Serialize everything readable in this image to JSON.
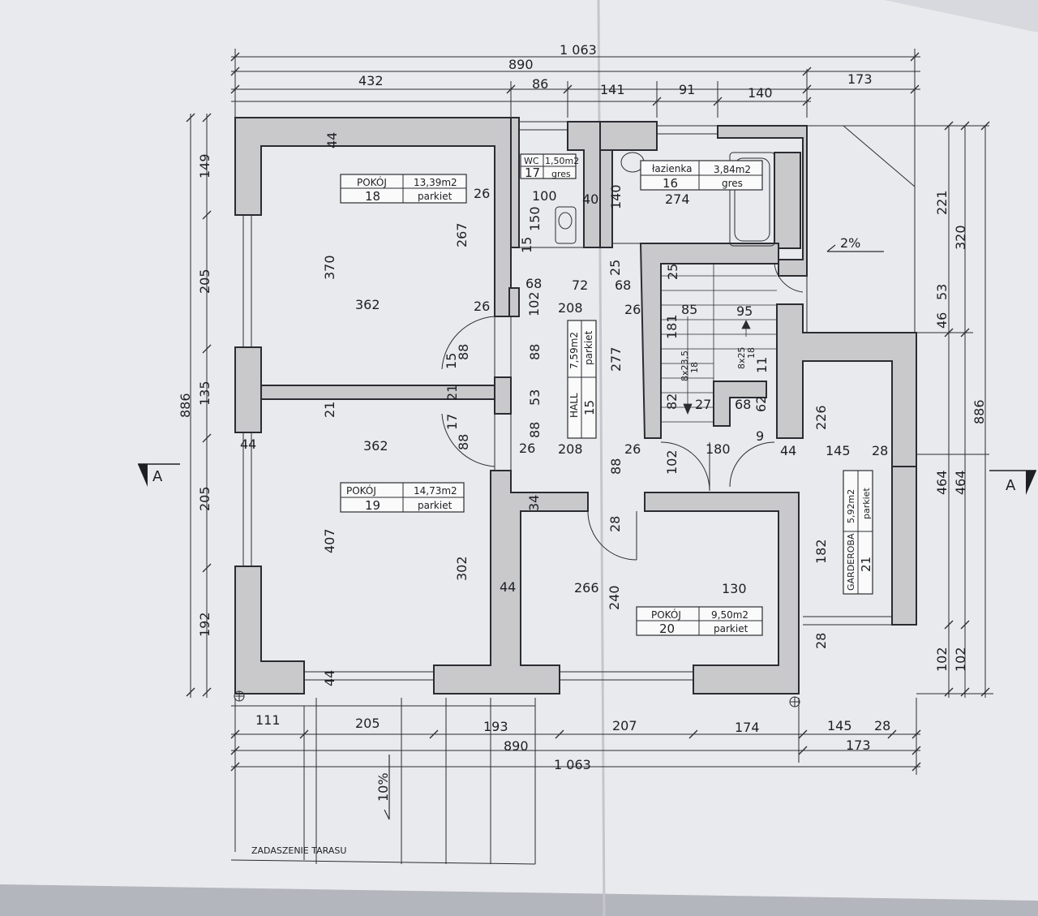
{
  "rooms": {
    "r18": {
      "name": "POKÓJ",
      "area": "13,39m2",
      "num": "18",
      "floor": "parkiet"
    },
    "r19": {
      "name": "POKÓJ",
      "area": "14,73m2",
      "num": "19",
      "floor": "parkiet"
    },
    "r20": {
      "name": "POKÓJ",
      "area": "9,50m2",
      "num": "20",
      "floor": "parkiet"
    },
    "r16": {
      "name": "łazienka",
      "area": "3,84m2",
      "num": "16",
      "floor": "gres"
    },
    "r17": {
      "name": "WC",
      "area": "1,50m2",
      "num": "17",
      "floor": "gres"
    },
    "hall": {
      "name": "HALL",
      "area": "7,59m2",
      "num": "15",
      "floor": "parkiet"
    },
    "r21": {
      "name": "GARDEROBA",
      "area": "5,92m2",
      "num": "21",
      "floor": "parkiet"
    }
  },
  "dims": {
    "t1063": "1 063",
    "t890": "890",
    "t173": "173",
    "t432": "432",
    "t86": "86",
    "t141": "141",
    "t91": "91",
    "t140": "140",
    "b111": "111",
    "b205": "205",
    "b193": "193",
    "b207": "207",
    "b174": "174",
    "b145": "145",
    "b28": "28",
    "b890": "890",
    "b173": "173",
    "b1063": "1 063",
    "l149": "149",
    "l205a": "205",
    "l135": "135",
    "l205b": "205",
    "l192": "192",
    "l886": "886",
    "r221": "221",
    "r320": "320",
    "r53": "53",
    "r46": "46",
    "r886": "886",
    "r464a": "464",
    "r464b": "464",
    "r102a": "102",
    "r102b": "102",
    "i44a": "44",
    "i26a": "26",
    "i100": "100",
    "i40": "40",
    "i140": "140",
    "i274": "274",
    "i267": "267",
    "i370": "370",
    "i150": "150",
    "i15a": "15",
    "i68a": "68",
    "i72": "72",
    "i68b": "68",
    "i25a": "25",
    "i25b": "25",
    "i362a": "362",
    "i26b": "26",
    "i102a": "102",
    "i208a": "208",
    "i26c": "26",
    "i85": "85",
    "i95": "95",
    "i181": "181",
    "i88a": "88",
    "i88b": "88",
    "i277": "277",
    "i15b": "15",
    "i11": "11",
    "i21a": "21",
    "i21b": "21",
    "i53": "53",
    "i82": "82",
    "i27": "27",
    "i68c": "68",
    "i62": "62",
    "i17": "17",
    "i88c": "88",
    "i88d": "88",
    "i226": "226",
    "i9": "9",
    "i44b": "44",
    "i362b": "362",
    "i26d": "26",
    "i208b": "208",
    "i26e": "26",
    "i180": "180",
    "i44c": "44",
    "i145": "145",
    "i28a": "28",
    "i88e": "88",
    "i102b": "102",
    "i34": "34",
    "i28b": "28",
    "i407": "407",
    "i302": "302",
    "i182": "182",
    "i44d": "44",
    "i266": "266",
    "i240": "240",
    "i130": "130",
    "i28c": "28",
    "i44e": "44"
  },
  "stairs": {
    "s1": "8x23,5",
    "s1b": "18",
    "s2": "8x25",
    "s2b": "18"
  },
  "slopes": {
    "roof": "2%",
    "terrace": "10%"
  },
  "section": {
    "left": "A",
    "right": "A"
  },
  "terrace_label": "ZADASZENIE TARASU"
}
